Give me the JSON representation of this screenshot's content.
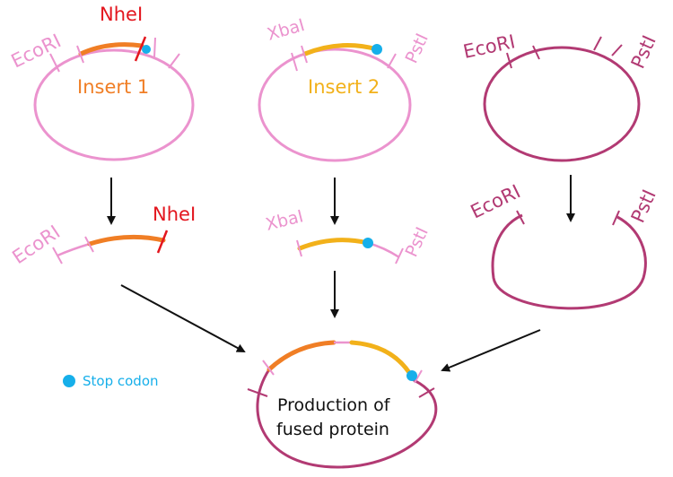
{
  "colors": {
    "pink": "#EB93CE",
    "magenta": "#B23A73",
    "orange": "#F07E25",
    "yellow": "#F2B11A",
    "red": "#E3161E",
    "blue": "#16AFEA",
    "arrow": "#111111"
  },
  "plasmid1": {
    "insert_label": "Insert 1",
    "site_left": "EcoRI",
    "site_right": "NheI"
  },
  "plasmid2": {
    "insert_label": "Insert 2",
    "site_left": "XbaI",
    "site_right": "PstI"
  },
  "plasmid3": {
    "site_left": "EcoRI",
    "site_right": "PstI"
  },
  "fragment1": {
    "site_left": "EcoRI",
    "site_right": "NheI"
  },
  "fragment2": {
    "site_left": "XbaI",
    "site_right": "PstI"
  },
  "backbone": {
    "site_left": "EcoRI",
    "site_right": "PstI"
  },
  "result": {
    "line1": "Production of",
    "line2": "fused protein"
  },
  "legend": {
    "label": "Stop codon"
  }
}
